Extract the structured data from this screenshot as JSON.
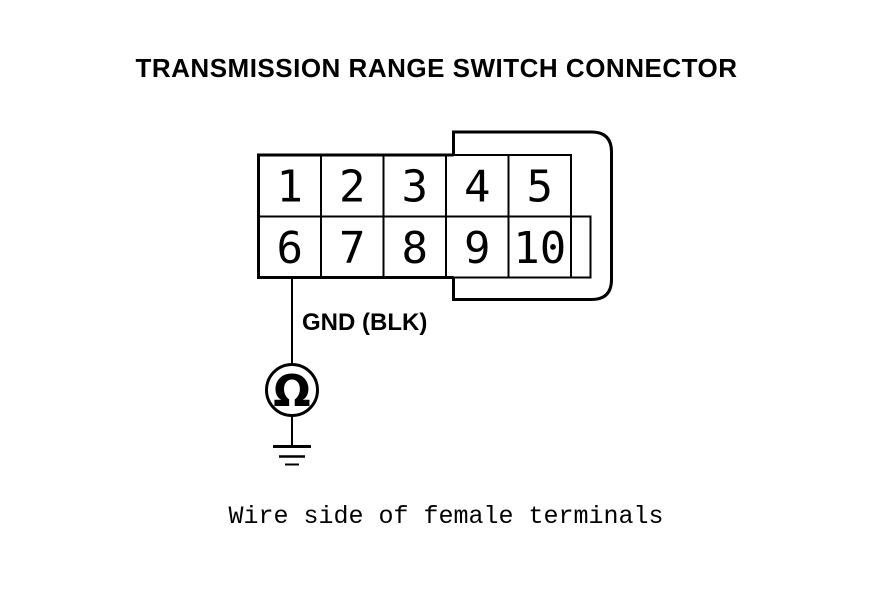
{
  "title": "TRANSMISSION RANGE SWITCH CONNECTOR",
  "connector": {
    "terminals": [
      "1",
      "2",
      "3",
      "4",
      "5",
      "6",
      "7",
      "8",
      "9",
      "10"
    ],
    "wire_label": "GND (BLK)",
    "meter_symbol": "Ω"
  },
  "caption": "Wire side of female terminals",
  "colors": {
    "ink": "#000000",
    "background": "#ffffff"
  }
}
